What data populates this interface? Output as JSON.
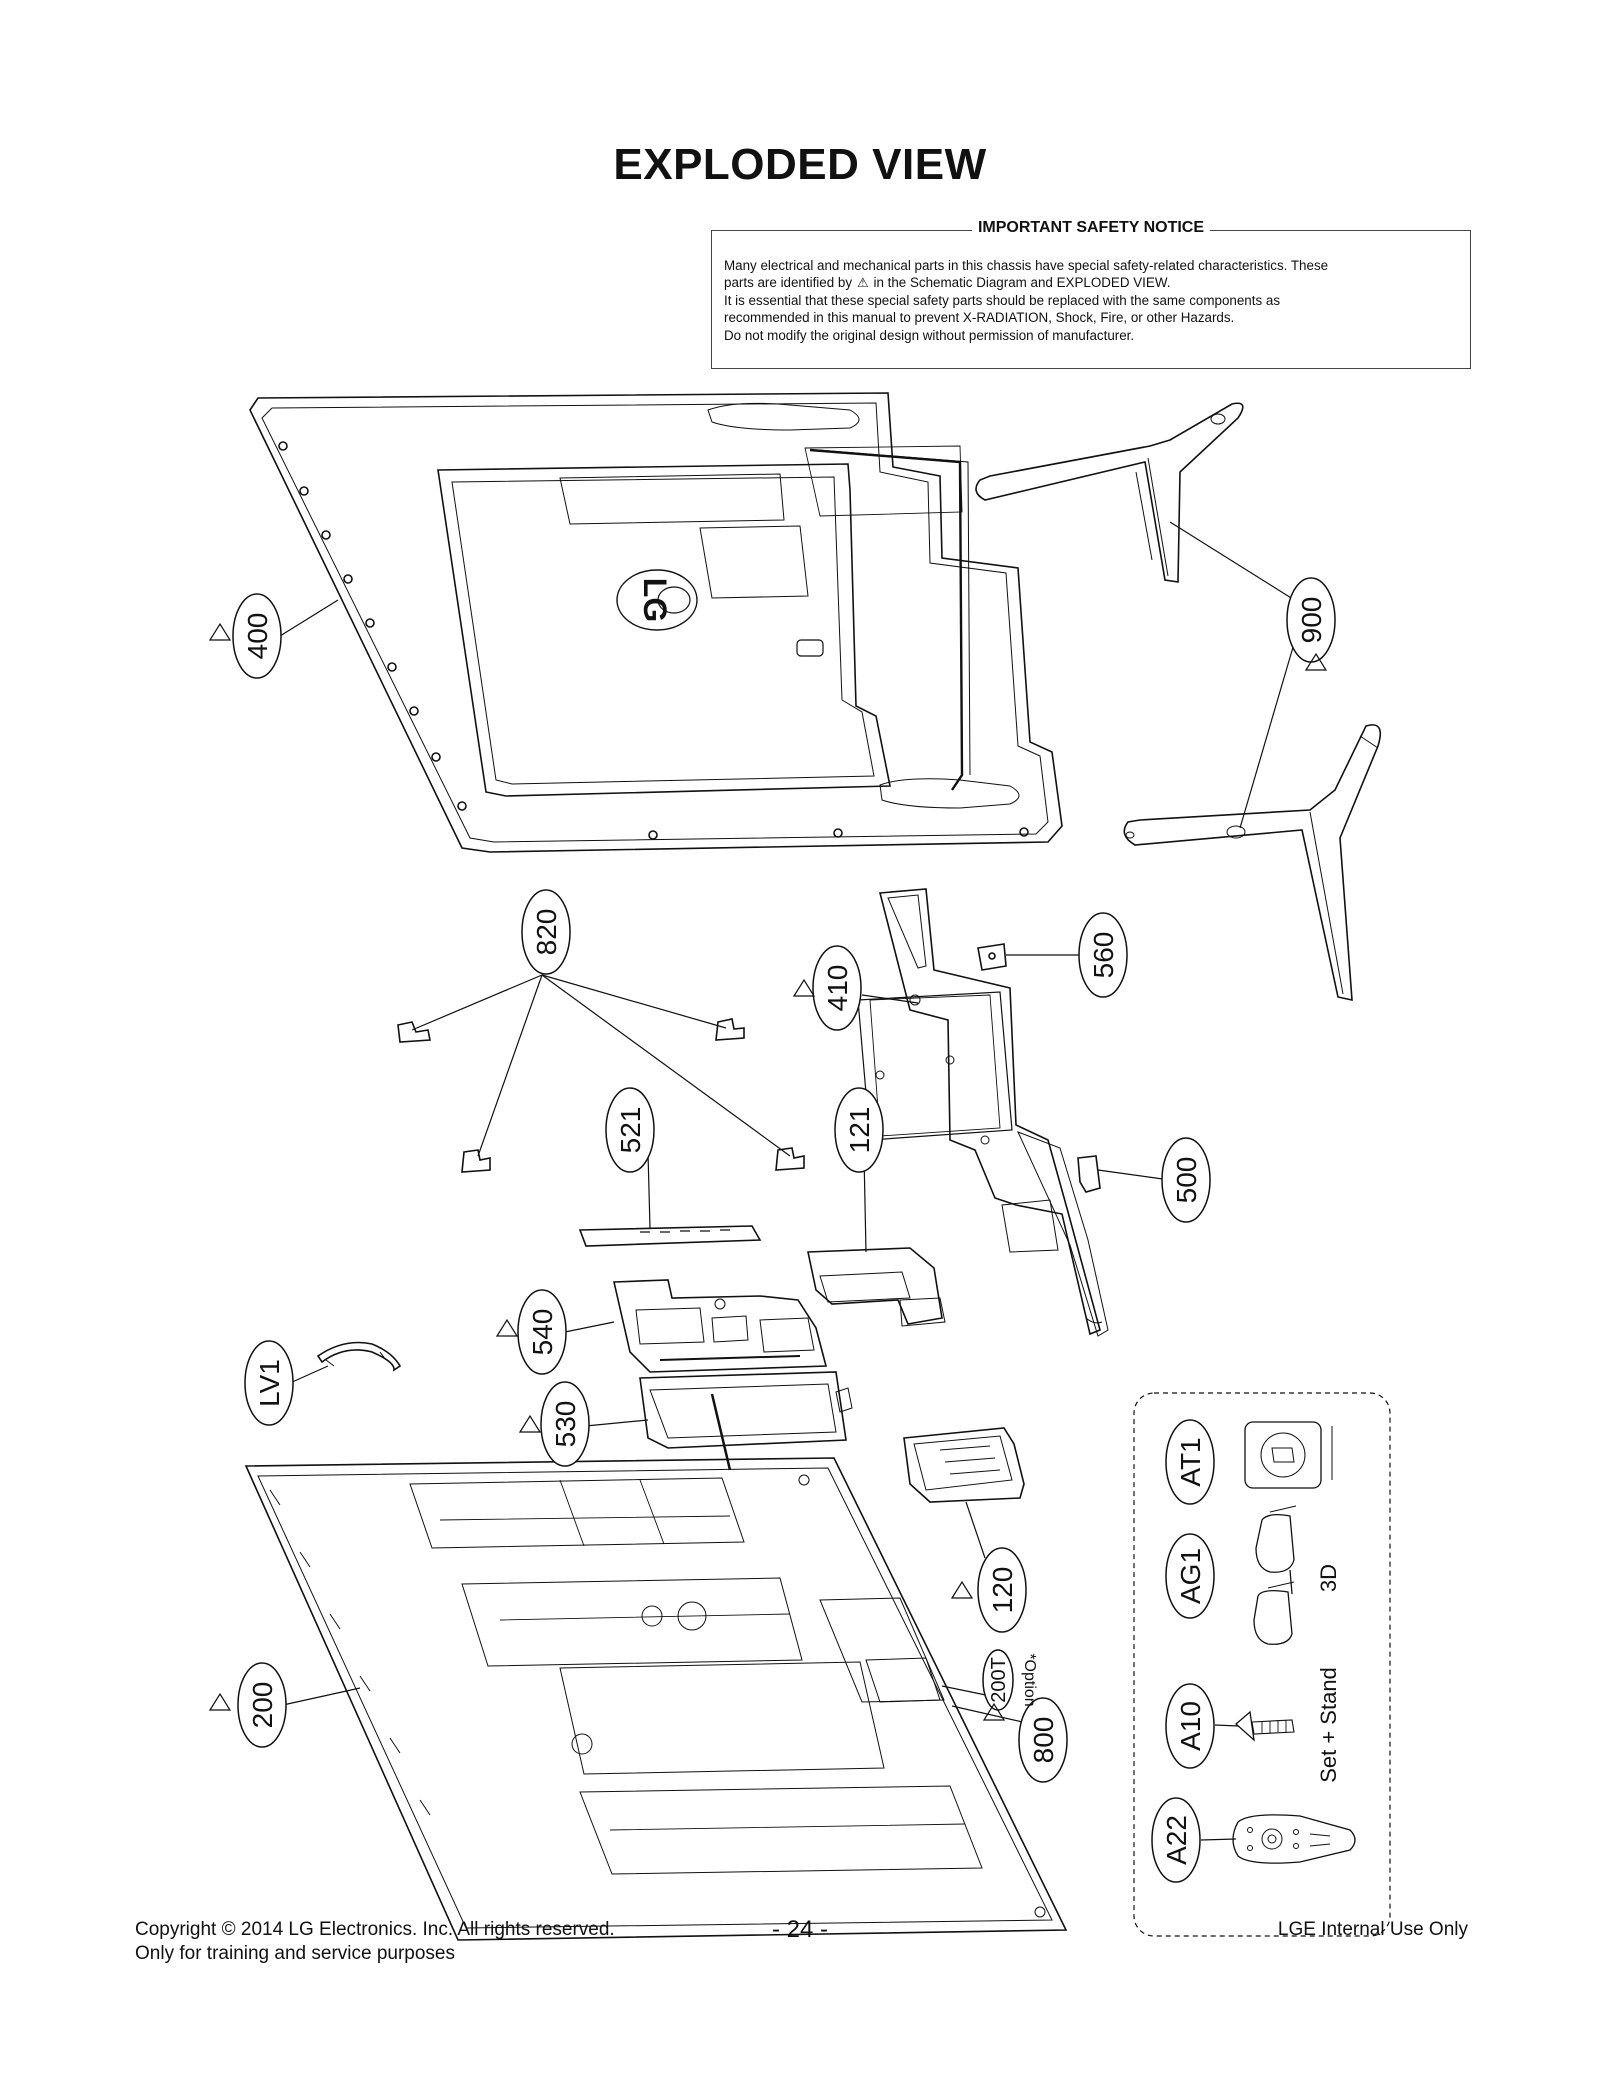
{
  "page": {
    "title": "EXPLODED VIEW",
    "page_number": "- 24 -",
    "copyright": "Copyright  © 2014 LG Electronics. Inc. All rights reserved.",
    "purpose": "Only for training and service purposes",
    "internal": "LGE Internal Use Only"
  },
  "safety_notice": {
    "heading": "IMPORTANT SAFETY NOTICE",
    "line1": "Many electrical and mechanical parts in this chassis have special safety-related characteristics. These",
    "line2_a": "parts are identified by",
    "line2_b": "in the Schematic Diagram and EXPLODED VIEW.",
    "line3": "It is essential that these special safety parts should be replaced with the same components as",
    "line4": "recommended in this manual to prevent X-RADIATION, Shock, Fire, or other Hazards.",
    "line5": "Do not modify the original design without permission of manufacturer."
  },
  "diagram": {
    "logo_text": "LG",
    "labels": {
      "p400": "400",
      "p900": "900",
      "p820": "820",
      "p560": "560",
      "p410": "410",
      "p521": "521",
      "p121": "121",
      "p500": "500",
      "p540": "540",
      "pLV1": "LV1",
      "p530": "530",
      "p120": "120",
      "p200": "200",
      "p200T": "200T",
      "option": "*Option",
      "p800": "800",
      "pAT1": "AT1",
      "pAG1": "AG1",
      "p3D": "3D",
      "pA10": "A10",
      "set_stand": "Set + Stand",
      "pA22": "A22"
    }
  }
}
